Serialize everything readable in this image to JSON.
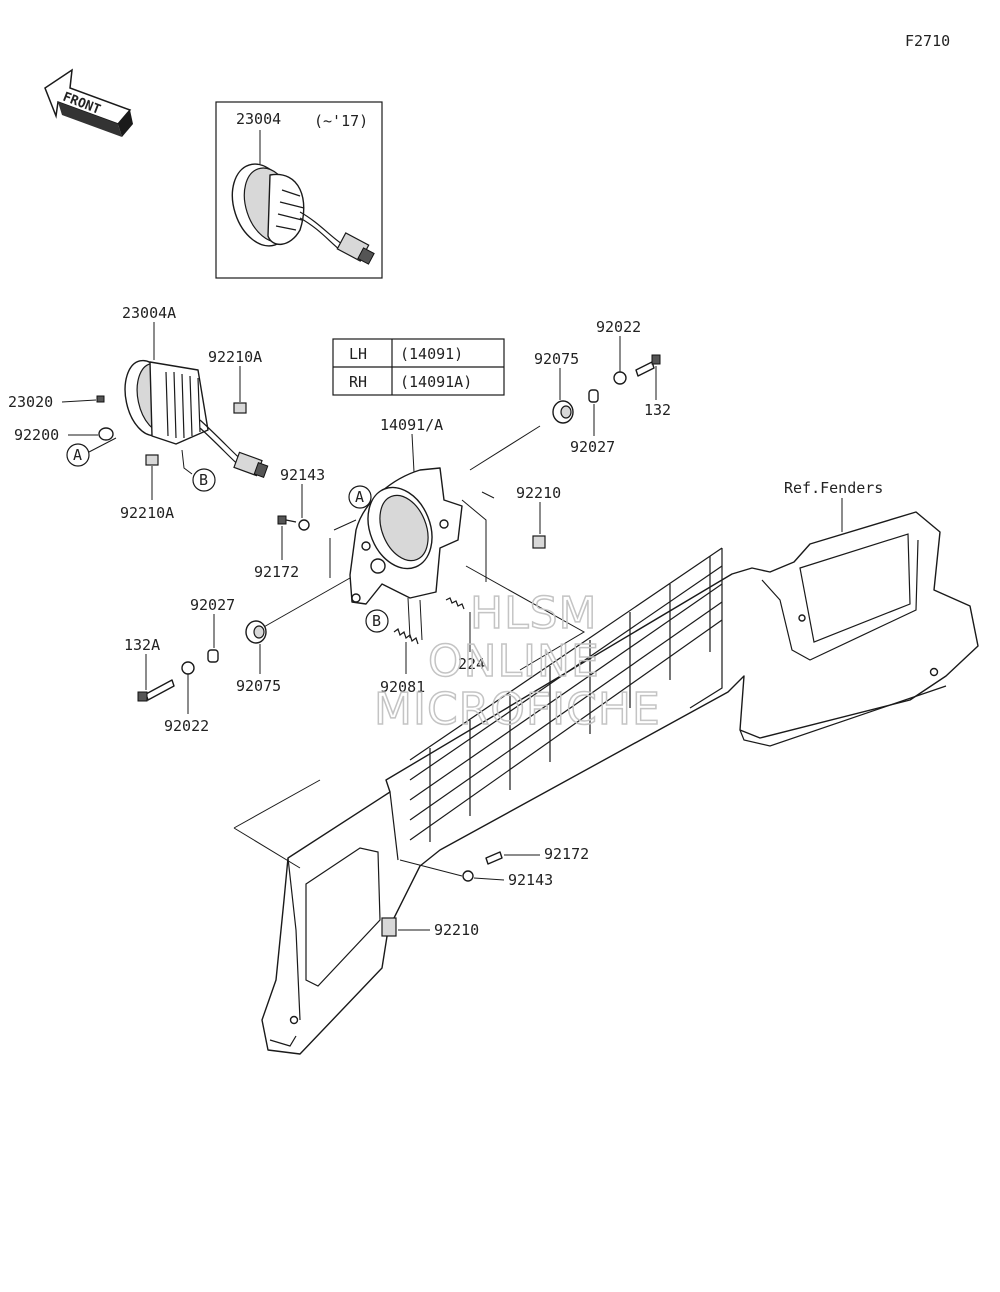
{
  "figure_code": "F2710",
  "front_label": "FRONT",
  "inset": {
    "part": "23004",
    "note": "(~'17)"
  },
  "side_table": [
    {
      "side": "LH",
      "part": "(14091)"
    },
    {
      "side": "RH",
      "part": "(14091A)"
    }
  ],
  "ref_label": "Ref.Fenders",
  "callouts": {
    "a": "A",
    "b": "B"
  },
  "parts": {
    "p23004A": "23004A",
    "p92210A_top": "92210A",
    "p23020": "23020",
    "p92200": "92200",
    "p92210A_bottom": "92210A",
    "p92143_top": "92143",
    "p92172_top": "92172",
    "p14091A": "14091/A",
    "p92022_top": "92022",
    "p92075_top": "92075",
    "p132": "132",
    "p92027_top": "92027",
    "p92210_top": "92210",
    "p92027_left": "92027",
    "p132A": "132A",
    "p92075_left": "92075",
    "p92022_left": "92022",
    "p224": "224",
    "p92081": "92081",
    "p92172_bottom": "92172",
    "p92143_bottom": "92143",
    "p92210_bottom": "92210"
  },
  "watermark": [
    "HLSM",
    "ONLINE",
    "MICROFICHE"
  ]
}
